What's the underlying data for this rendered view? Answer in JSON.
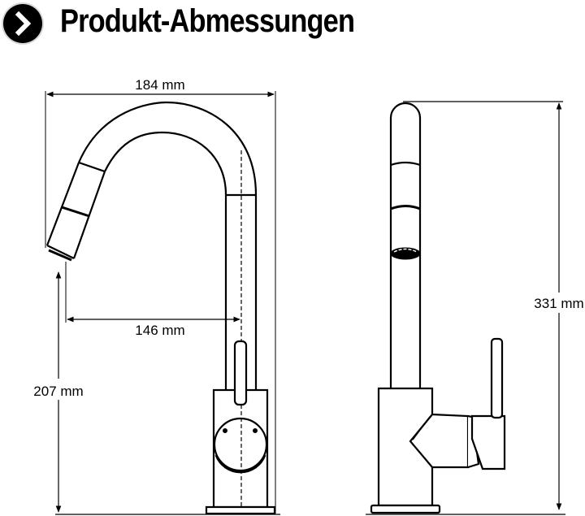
{
  "header": {
    "title": "Produkt-Abmessungen",
    "icon": "chevron-right-circle-icon"
  },
  "front_view": {
    "dimensions": {
      "width": "184 mm",
      "reach": "146 mm",
      "spout_height": "207 mm"
    }
  },
  "side_view": {
    "dimensions": {
      "total_height": "331 mm"
    }
  },
  "colors": {
    "line": "#000000",
    "background": "#ffffff",
    "badge_ring": "#d9d9d9"
  }
}
